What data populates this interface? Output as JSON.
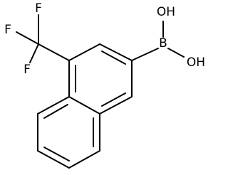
{
  "molecule": {
    "atoms": {
      "f1": "F",
      "f2": "F",
      "f3": "F",
      "b": "B",
      "oh_top": "OH",
      "oh_right": "OH"
    }
  }
}
